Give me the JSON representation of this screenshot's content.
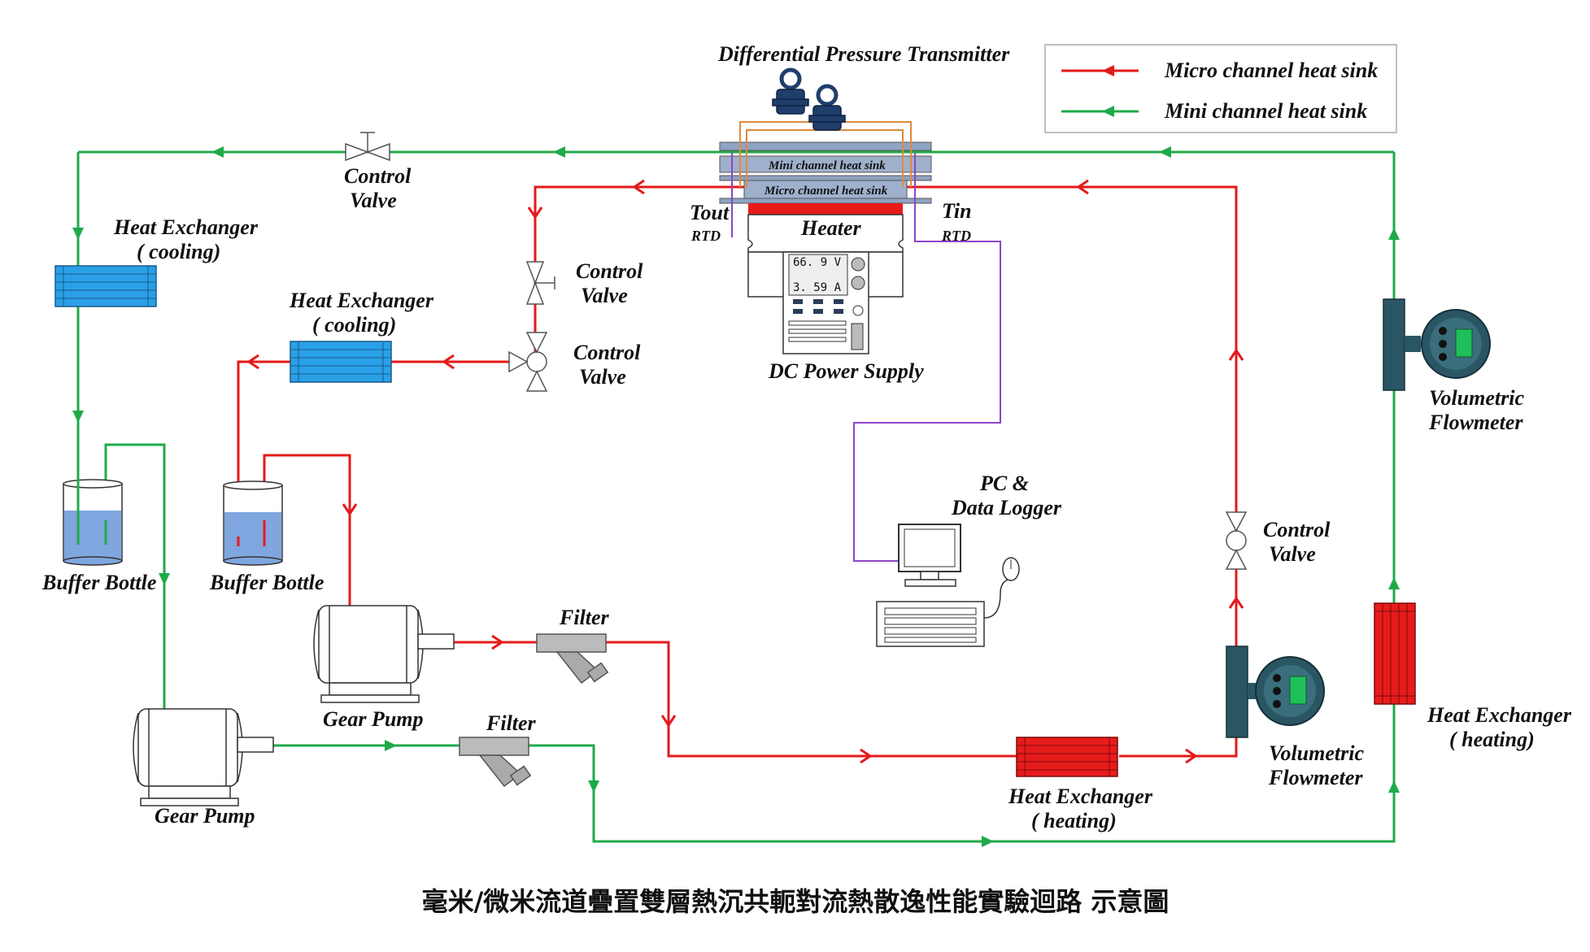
{
  "legend": {
    "micro_label": "Micro channel heat sink",
    "mini_label": "Mini channel heat sink"
  },
  "colors": {
    "micro": "#e41a1a",
    "mini": "#1faa4a",
    "signal": "#8e44c8",
    "sensor": "#e08a3a"
  },
  "labels": {
    "dpt": "Differential Pressure Transmitter",
    "mini_sink": "Mini channel heat sink",
    "micro_sink": "Micro channel heat sink",
    "heater": "Heater",
    "tout": "Tout",
    "tin": "Tin",
    "rtd": "RTD",
    "dc_power": "DC Power Supply",
    "display_voltage": "66.  9  V",
    "display_current": "3.   59  A",
    "control_valve_1": "Control",
    "control_valve_2": "Valve",
    "hx_cooling_1": "Heat Exchanger",
    "hx_cooling_2": "( cooling)",
    "hx_heating_1": "Heat Exchanger",
    "hx_heating_2": "( heating)",
    "buffer_bottle": "Buffer Bottle",
    "gear_pump": "Gear Pump",
    "filter": "Filter",
    "flowmeter_1": "Volumetric",
    "flowmeter_2": "Flowmeter",
    "pc_1": "PC &",
    "pc_2": "Data Logger"
  },
  "caption": "毫米/微米流道疊置雙層熱沉共軛對流熱散逸性能實驗迴路 示意圖"
}
